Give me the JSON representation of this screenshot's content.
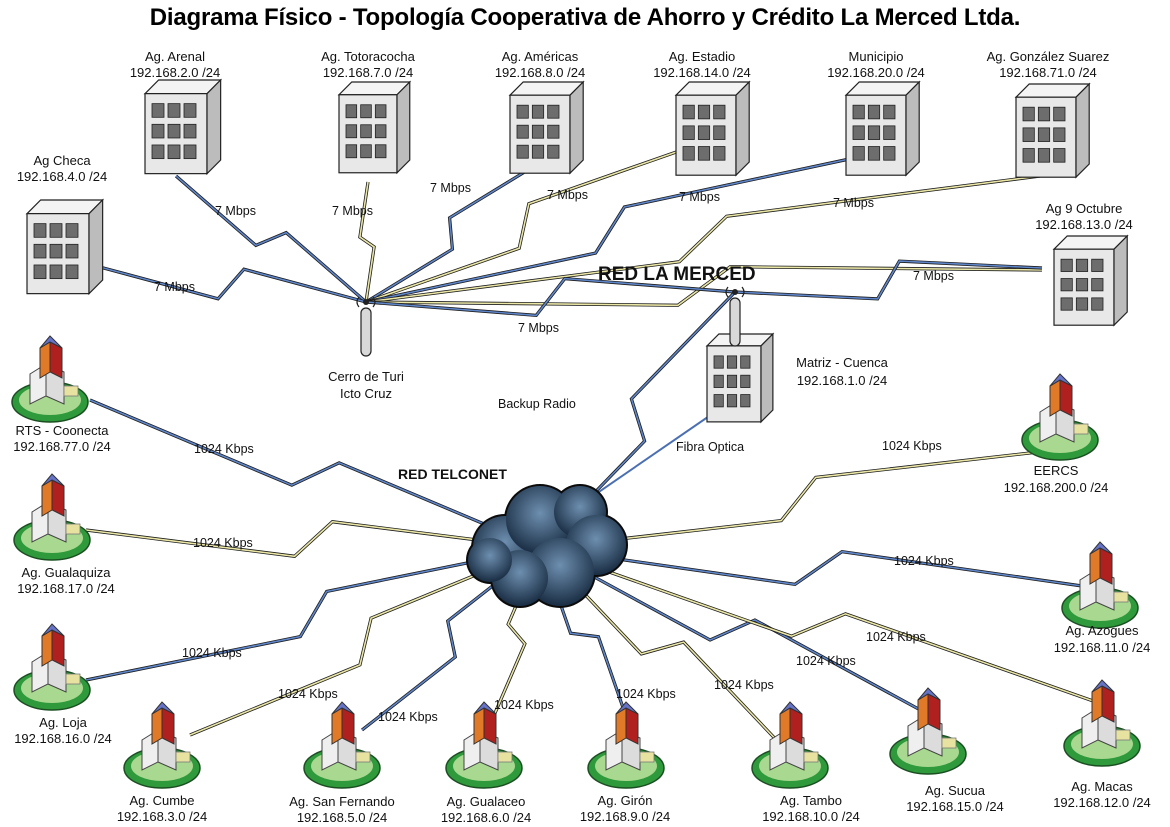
{
  "title": "Diagrama Físico - Topología Cooperativa de Ahorro y Crédito La Merced Ltda.",
  "networks": {
    "merced": "RED LA MERCED",
    "telconet": "RED TELCONET"
  },
  "hubs": {
    "turi": {
      "line1": "Cerro de Turi",
      "line2": "Icto Cruz"
    },
    "matriz": {
      "name": "Matriz - Cuenca",
      "ip": "192.168.1.0 /24"
    }
  },
  "links": {
    "backup": "Backup Radio",
    "fibra": "Fibra Optica"
  },
  "radio_sites": [
    {
      "name": "Ag. Arenal",
      "ip": "192.168.2.0 /24",
      "bw": "7 Mbps"
    },
    {
      "name": "Ag. Totoracocha",
      "ip": "192.168.7.0 /24",
      "bw": "7 Mbps"
    },
    {
      "name": "Ag. Américas",
      "ip": "192.168.8.0 /24",
      "bw": "7 Mbps"
    },
    {
      "name": "Ag. Estadio",
      "ip": "192.168.14.0 /24",
      "bw": "7 Mbps"
    },
    {
      "name": "Municipio",
      "ip": "192.168.20.0 /24",
      "bw": "7 Mbps"
    },
    {
      "name": "Ag. González Suarez",
      "ip": "192.168.71.0 /24",
      "bw": "7 Mbps"
    },
    {
      "name": "Ag Checa",
      "ip": "192.168.4.0 /24",
      "bw": "7 Mbps"
    },
    {
      "name": "Ag 9 Octubre",
      "ip": "192.168.13.0 /24",
      "bw": "7 Mbps"
    }
  ],
  "turi_matriz_bw": "7 Mbps",
  "telconet_sites": [
    {
      "name": "RTS - Coonecta",
      "ip": "192.168.77.0 /24",
      "bw": "1024 Kbps"
    },
    {
      "name": "Ag. Gualaquiza",
      "ip": "192.168.17.0 /24",
      "bw": "1024 Kbps"
    },
    {
      "name": "Ag. Loja",
      "ip": "192.168.16.0 /24",
      "bw": "1024 Kbps"
    },
    {
      "name": "Ag. Cumbe",
      "ip": "192.168.3.0 /24",
      "bw": "1024 Kbps"
    },
    {
      "name": "Ag. San Fernando",
      "ip": "192.168.5.0 /24",
      "bw": "1024 Kbps"
    },
    {
      "name": "Ag. Gualaceo",
      "ip": "192.168.6.0 /24",
      "bw": "1024 Kbps"
    },
    {
      "name": "Ag. Girón",
      "ip": "192.168.9.0 /24",
      "bw": "1024 Kbps"
    },
    {
      "name": "Ag. Tambo",
      "ip": "192.168.10.0 /24",
      "bw": "1024 Kbps"
    },
    {
      "name": "Ag. Sucua",
      "ip": "192.168.15.0 /24",
      "bw": "1024 Kbps"
    },
    {
      "name": "Ag. Macas",
      "ip": "192.168.12.0 /24",
      "bw": "1024 Kbps"
    },
    {
      "name": "Ag. Azogues",
      "ip": "192.168.11.0 /24",
      "bw": "1024 Kbps"
    },
    {
      "name": "EERCS",
      "ip": "192.168.200.0 /24",
      "bw": "1024 Kbps"
    }
  ]
}
